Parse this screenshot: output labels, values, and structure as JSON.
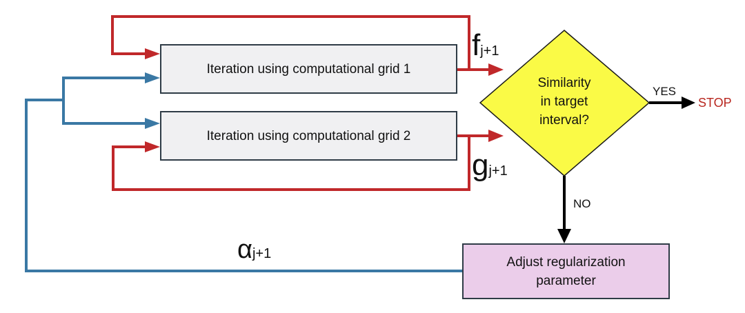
{
  "colors": {
    "feedback_red": "#c0282a",
    "alpha_blue": "#3a78a4",
    "decision_yellow": "#fafa46",
    "adjust_pink": "#ebcdea",
    "grid_box_fill": "#f0f0f2",
    "stop_red": "#b8261e"
  },
  "nodes": {
    "grid1": {
      "label": "Iteration using computational grid 1"
    },
    "grid2": {
      "label": "Iteration using computational grid 2"
    },
    "decision": {
      "line1": "Similarity",
      "line2": "in target",
      "line3": "interval?"
    },
    "adjust": {
      "line1": "Adjust regularization",
      "line2": "parameter"
    },
    "stop": {
      "label": "STOP"
    }
  },
  "edge_labels": {
    "f": {
      "symbol": "f",
      "subscript": "j+1"
    },
    "g": {
      "symbol": "g",
      "subscript": "j+1"
    },
    "alpha": {
      "symbol": "α",
      "subscript": "j+1"
    },
    "yes": "YES",
    "no": "NO"
  }
}
